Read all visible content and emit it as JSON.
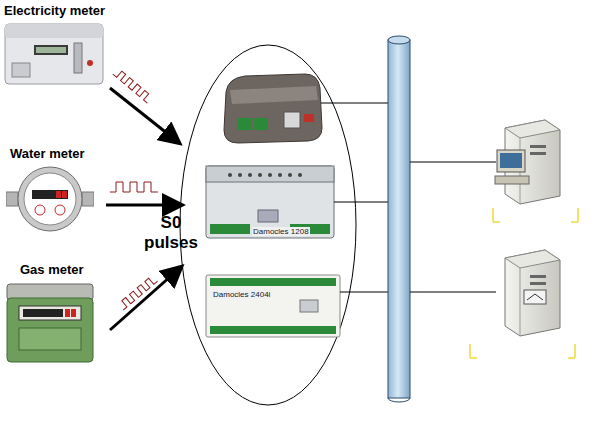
{
  "diagram": {
    "nodes": [
      {
        "text": [
          "Electricity meter"
        ]
      },
      {
        "text": [
          "Water meter"
        ]
      },
      {
        "text": [
          "Gas meter"
        ]
      }
    ],
    "labels": [
      "S0 pulses",
      "Damocles 1208",
      "Damocles 2404i"
    ]
  }
}
